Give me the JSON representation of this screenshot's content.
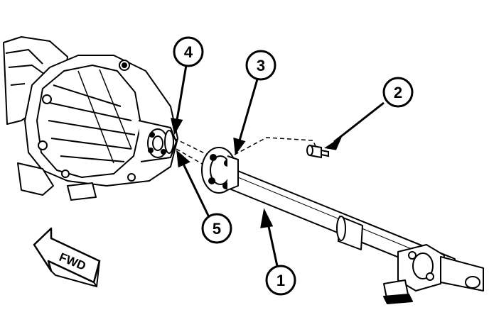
{
  "diagram": {
    "callouts": [
      {
        "id": "1",
        "part": "propeller-shaft"
      },
      {
        "id": "2",
        "part": "flange-bolt"
      },
      {
        "id": "3",
        "part": "shaft-flange"
      },
      {
        "id": "4",
        "part": "transfer-case-flange"
      },
      {
        "id": "5",
        "part": "reference-marks"
      }
    ],
    "direction_label": "FWD"
  }
}
